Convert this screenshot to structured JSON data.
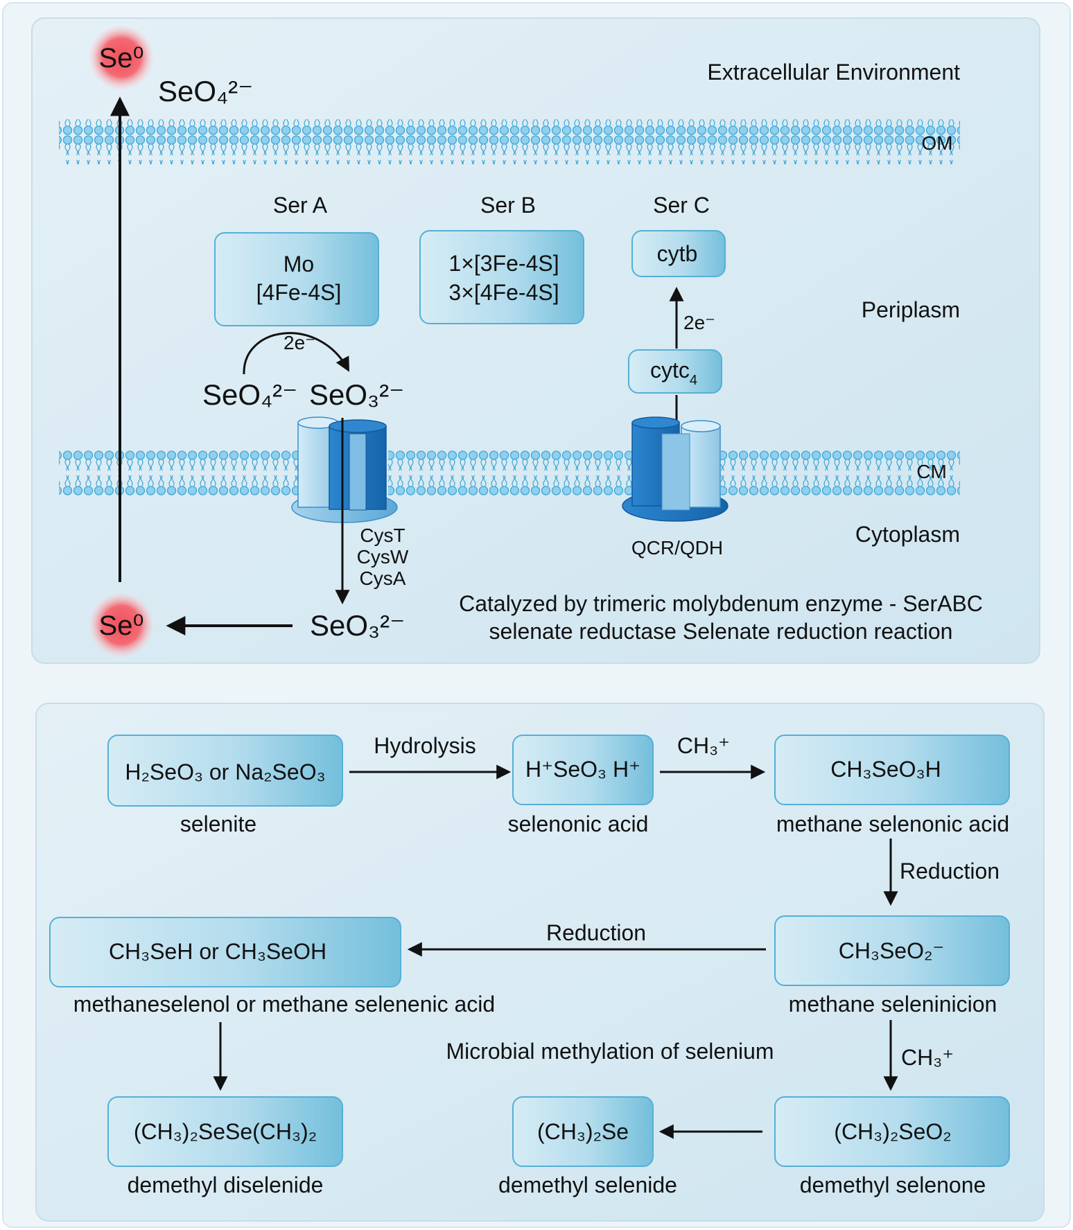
{
  "top": {
    "region_extracellular": "Extracellular Environment",
    "region_periplasm": "Periplasm",
    "region_cytoplasm": "Cytoplasm",
    "membrane_outer": "OM",
    "membrane_cytoplasmic": "CM",
    "se0": "Se⁰",
    "seo4_top": "SeO₄²⁻",
    "ser_a_label": "Ser A",
    "ser_a_line1": "Mo",
    "ser_a_line2": "[4Fe-4S]",
    "ser_b_label": "Ser B",
    "ser_b_line1": "1×[3Fe-4S]",
    "ser_b_line2": "3×[4Fe-4S]",
    "ser_c_label": "Ser C",
    "cytb": "cytb",
    "cytc4_main": "cytc",
    "cytc4_sub": "4",
    "two_e_a": "2e⁻",
    "two_e_c": "2e⁻",
    "seo4_mid": "SeO₄²⁻",
    "seo3_mid": "SeO₃²⁻",
    "seo3_bottom": "SeO₃²⁻",
    "transporter_lines": [
      "CysT",
      "CysW",
      "CysA"
    ],
    "qcr": "QCR/QDH",
    "caption_line1": "Catalyzed by trimeric molybdenum enzyme - SerABC",
    "caption_line2": "selenate reductase Selenate reduction reaction"
  },
  "bottom": {
    "box_selenite": "H₂SeO₃ or Na₂SeO₃",
    "label_selenite": "selenite",
    "arrow_hydrolysis": "Hydrolysis",
    "box_selenonic": "H⁺SeO₃ H⁺",
    "label_selenonic": "selenonic acid",
    "arrow_ch3_1": "CH₃⁺",
    "box_methane_selenonic": "CH₃SeO₃H",
    "label_methane_selenonic": "methane selenonic acid",
    "arrow_reduction_1": "Reduction",
    "box_seleninicion": "CH₃SeO₂⁻",
    "label_seleninicion": "methane seleninicion",
    "arrow_reduction_2": "Reduction",
    "box_methaneselenol": "CH₃SeH or CH₃SeOH",
    "label_methaneselenol": "methaneselenol or methane selenenic acid",
    "center_title": "Microbial methylation of selenium",
    "arrow_ch3_2": "CH₃⁺",
    "box_diselenide": "(CH₃)₂SeSe(CH₃)₂",
    "label_diselenide": "demethyl diselenide",
    "box_selenide": "(CH₃)₂Se",
    "label_selenide": "demethyl selenide",
    "box_selenone": "(CH₃)₂SeO₂",
    "label_selenone": "demethyl selenone"
  },
  "colors": {
    "panel_bg": "#dcebf3",
    "outer_bg": "#eef5f9",
    "box_light": "#d4eaf4",
    "box_dark": "#7cc2dd",
    "membrane": "#5bb6dc",
    "channel_dark": "#1f78c4",
    "channel_light": "#b4d9ee",
    "se_red": "#f05a64"
  }
}
